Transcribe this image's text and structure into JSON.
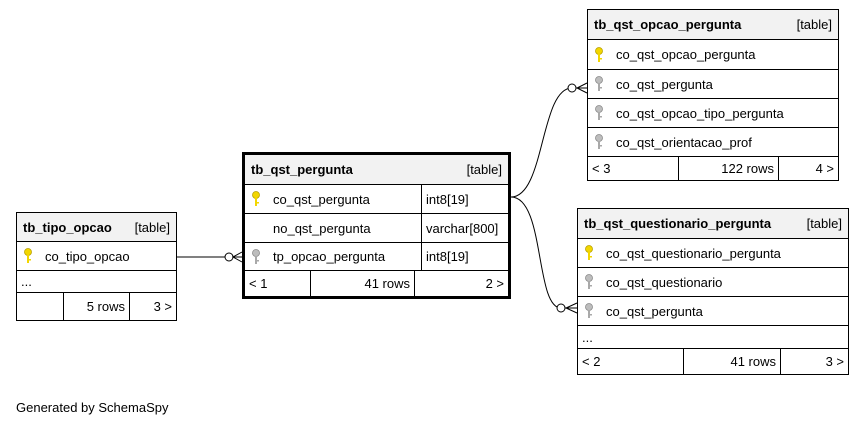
{
  "footer_text": "Generated by SchemaSpy",
  "colors": {
    "primary_key": "#f2d600",
    "foreign_key": "#a9a9a9",
    "header_bg": "#f2f2f2"
  },
  "tables": {
    "tb_tipo_opcao": {
      "name": "tb_tipo_opcao",
      "kind": "[table]",
      "columns": [
        {
          "name": "co_tipo_opcao",
          "key": "primary-key-icon"
        }
      ],
      "ellipsis": "...",
      "footer": {
        "left": "",
        "rows": "5 rows",
        "right": "3 >"
      }
    },
    "tb_qst_pergunta": {
      "name": "tb_qst_pergunta",
      "kind": "[table]",
      "columns": [
        {
          "name": "co_qst_pergunta",
          "type": "int8[19]",
          "key": "primary-key-icon"
        },
        {
          "name": "no_qst_pergunta",
          "type": "varchar[800]",
          "key": ""
        },
        {
          "name": "tp_opcao_pergunta",
          "type": "int8[19]",
          "key": "foreign-key-icon"
        }
      ],
      "footer": {
        "left": "< 1",
        "rows": "41 rows",
        "right": "2 >"
      }
    },
    "tb_qst_opcao_pergunta": {
      "name": "tb_qst_opcao_pergunta",
      "kind": "[table]",
      "columns": [
        {
          "name": "co_qst_opcao_pergunta",
          "key": "primary-key-icon"
        },
        {
          "name": "co_qst_pergunta",
          "key": "foreign-key-icon"
        },
        {
          "name": "co_qst_opcao_tipo_pergunta",
          "key": "foreign-key-icon"
        },
        {
          "name": "co_qst_orientacao_prof",
          "key": "foreign-key-icon"
        }
      ],
      "footer": {
        "left": "< 3",
        "rows": "122 rows",
        "right": "4 >"
      }
    },
    "tb_qst_questionario_pergunta": {
      "name": "tb_qst_questionario_pergunta",
      "kind": "[table]",
      "columns": [
        {
          "name": "co_qst_questionario_pergunta",
          "key": "primary-key-icon"
        },
        {
          "name": "co_qst_questionario",
          "key": "foreign-key-icon"
        },
        {
          "name": "co_qst_pergunta",
          "key": "foreign-key-icon"
        }
      ],
      "ellipsis": "...",
      "footer": {
        "left": "< 2",
        "rows": "41 rows",
        "right": "3 >"
      }
    }
  }
}
